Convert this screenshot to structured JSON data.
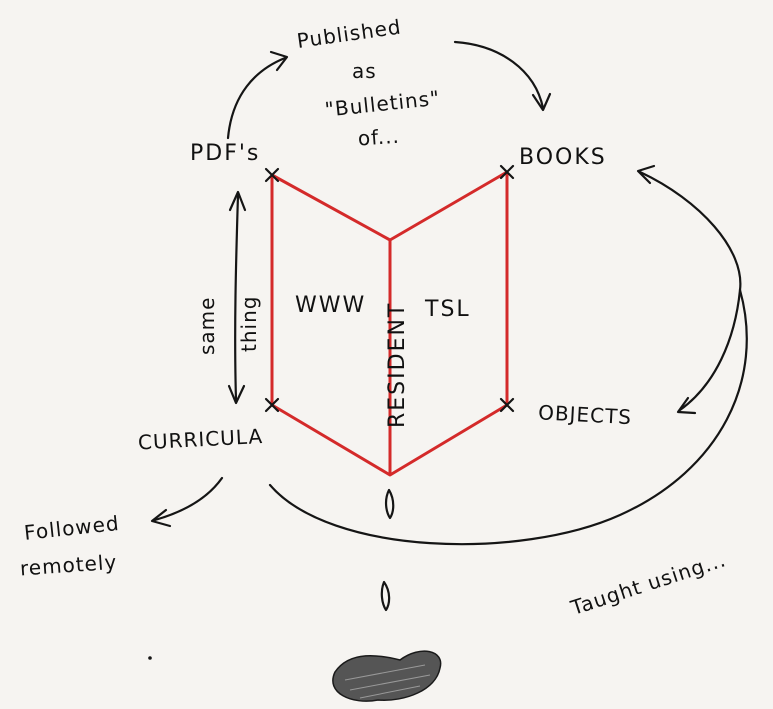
{
  "labels": {
    "published_line1": "Published",
    "published_line2": "as",
    "published_line3": "\"Bulletins\"",
    "published_line4": "of...",
    "pdfs": "PDF's",
    "books": "BOOKS",
    "curricula": "CURRICULA",
    "objects": "OBJECTS",
    "same_line1": "same",
    "same_line2": "thing",
    "www": "WWW",
    "tsl": "TSL",
    "resident": "RESIDENT",
    "followed_line1": "Followed",
    "followed_line2": "remotely",
    "taught": "Taught using..."
  },
  "colors": {
    "ink": "#151515",
    "red": "#d42a2a",
    "paper": "#f6f4f1"
  }
}
